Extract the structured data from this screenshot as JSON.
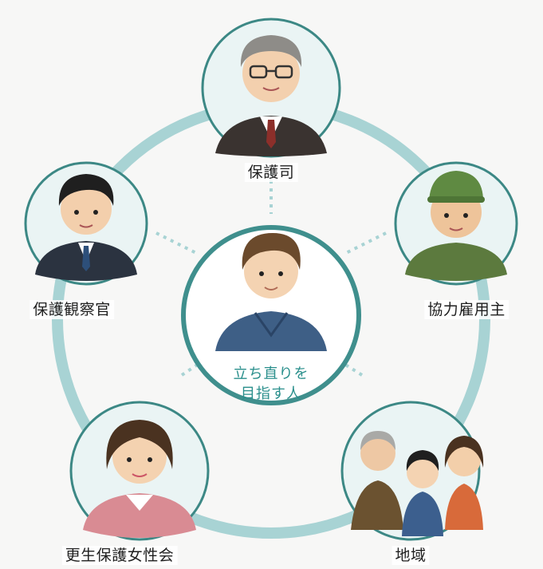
{
  "center": {
    "line1": "立ち直りを",
    "line2": "目指す人"
  },
  "nodes": {
    "hogoshi": "保護司",
    "employer": "協力雇用主",
    "community": "地域",
    "womens_assoc": "更生保護女性会",
    "officer": "保護観察官"
  },
  "colors": {
    "ring": "#a8d3d4",
    "center_border": "#3f8f8d",
    "center_text": "#2a8f8c",
    "node_border": "#3c8885",
    "node_fill": "#eaf4f4"
  }
}
